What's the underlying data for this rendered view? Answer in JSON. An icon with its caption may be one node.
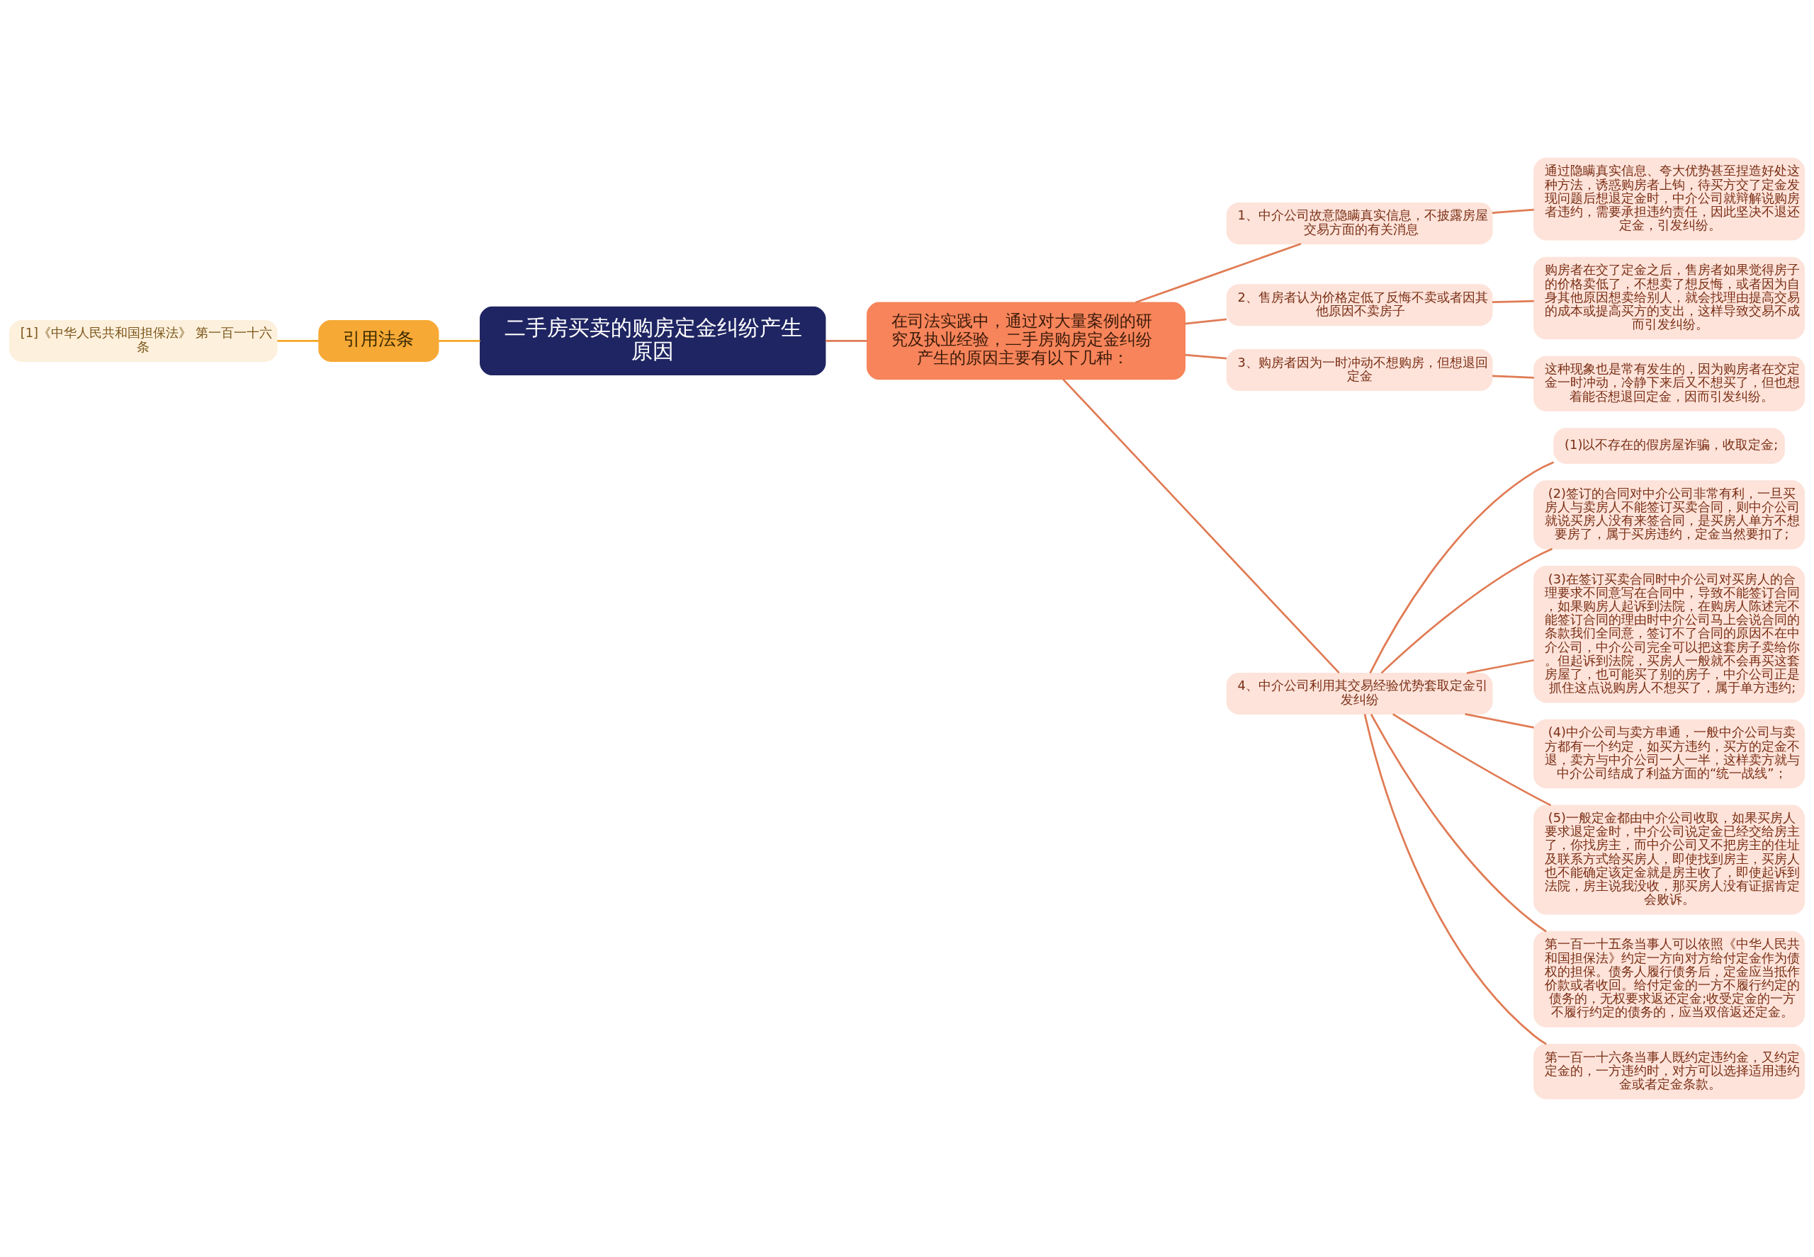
{
  "diagram": {
    "nodes": [
      {
        "text": [
          "二手房买卖的购房定金纠纷产生原因"
        ]
      },
      {
        "text": [
          "引用法条"
        ]
      },
      {
        "text": [
          "[1]《中华人民共和国担保法》 第一百一十六条"
        ]
      },
      {
        "text": [
          "在司法实践中，通过对大量案例的研究及执业经验，二手房购房定金纠纷产生的原因主要有以下几种："
        ]
      },
      {
        "text": [
          "1、中介公司故意隐瞒真实信息，不披露房屋交易方面的有关消息"
        ]
      },
      {
        "text": [
          "通过隐瞒真实信息、夸大优势甚至捏造好处这种方法，诱惑购房者上钩，待买方交了定金发现问题后想退定金时，中介公司就辩解说购房者违约，需要承担违约责任，因此坚决不退还定金，引发纠纷。"
        ]
      },
      {
        "text": [
          "2、售房者认为价格定低了反悔不卖或者因其他原因不卖房子"
        ]
      },
      {
        "text": [
          "购房者在交了定金之后，售房者如果觉得房子的价格卖低了，不想卖了想反悔，或者因为自身其他原因想卖给别人，就会找理由提高交易的成本或提高买方的支出，这样导致交易不成而引发纠纷。"
        ]
      },
      {
        "text": [
          "3、购房者因为一时冲动不想购房，但想退回定金"
        ]
      },
      {
        "text": [
          "这种现象也是常有发生的，因为购房者在交定金一时冲动，冷静下来后又不想买了，但也想着能否想退回定金，因而引发纠纷。"
        ]
      },
      {
        "text": [
          "4、中介公司利用其交易经验优势套取定金引发纠纷"
        ]
      },
      {
        "text": [
          "(1)以不存在的假房屋诈骗，收取定金;"
        ]
      },
      {
        "text": [
          "(2)签订的合同对中介公司非常有利，一旦买房人与卖房人不能签订买卖合同，则中介公司就说买房人没有来签合同，是买房人单方不想要房了，属于买房违约，定金当然要扣了;"
        ]
      },
      {
        "text": [
          "(3)在签订买卖合同时中介公司对买房人的合理要求不同意写在合同中，导致不能签订合同，如果购房人起诉到法院，在购房人陈述完不能签订合同的理由时中介公司马上会说合同的条款我们全同意，签订不了合同的原因不在中介公司，中介公司完全可以把这套房子卖给你。但起诉到法院，买房人一般就不会再买这套房屋了，也可能买了别的房子，中介公司正是抓住这点说购房人不想买了，属于单方违约;"
        ]
      },
      {
        "text": [
          "(4)中介公司与卖方串通，一般中介公司与卖方都有一个约定，如买方违约，买方的定金不退，卖方与中介公司一人一半，这样卖方就与中介公司结成了利益方面的“统一战线”；"
        ]
      },
      {
        "text": [
          "(5)一般定金都由中介公司收取，如果买房人要求退定金时，中介公司说定金已经交给房主了，你找房主，而中介公司又不把房主的住址及联系方式给买房人，即使找到房主，买房人也不能确定该定金就是房主收了，即使起诉到法院，房主说我没收，那买房人没有证据肯定会败诉。"
        ]
      },
      {
        "text": [
          "第一百一十五条当事人可以依照《中华人民共和国担保法》约定一方向对方给付定金作为债权的担保。债务人履行债务后，定金应当抵作价款或者收回。给付定金的一方不履行约定的债务的，无权要求返还定金;收受定金的一方不履行约定的债务的，应当双倍返还定金。"
        ]
      },
      {
        "text": [
          "第一百一十六条当事人既约定违约金，又约定定金的，一方违约时，对方可以选择适用违约金或者定金条款。"
        ]
      }
    ],
    "edges": [
      {
        "from": 0,
        "to": 1,
        "arrow": "none",
        "color": "#f5a623"
      },
      {
        "from": 1,
        "to": 2,
        "arrow": "none",
        "color": "#f5a623"
      },
      {
        "from": 0,
        "to": 3,
        "arrow": "none"
      },
      {
        "from": 3,
        "to": 4,
        "arrow": "none"
      },
      {
        "from": 4,
        "to": 5,
        "arrow": "none"
      },
      {
        "from": 3,
        "to": 6,
        "arrow": "none"
      },
      {
        "from": 6,
        "to": 7,
        "arrow": "none"
      },
      {
        "from": 3,
        "to": 8,
        "arrow": "none"
      },
      {
        "from": 8,
        "to": 9,
        "arrow": "none"
      },
      {
        "from": 3,
        "to": 10,
        "arrow": "none"
      },
      {
        "from": 10,
        "to": 11,
        "arrow": "none"
      },
      {
        "from": 10,
        "to": 12,
        "arrow": "none"
      },
      {
        "from": 10,
        "to": 13,
        "arrow": "none"
      },
      {
        "from": 10,
        "to": 14,
        "arrow": "none"
      },
      {
        "from": 10,
        "to": 15,
        "arrow": "none"
      },
      {
        "from": 10,
        "to": 16,
        "arrow": "none"
      },
      {
        "from": 10,
        "to": 17,
        "arrow": "none"
      }
    ]
  }
}
